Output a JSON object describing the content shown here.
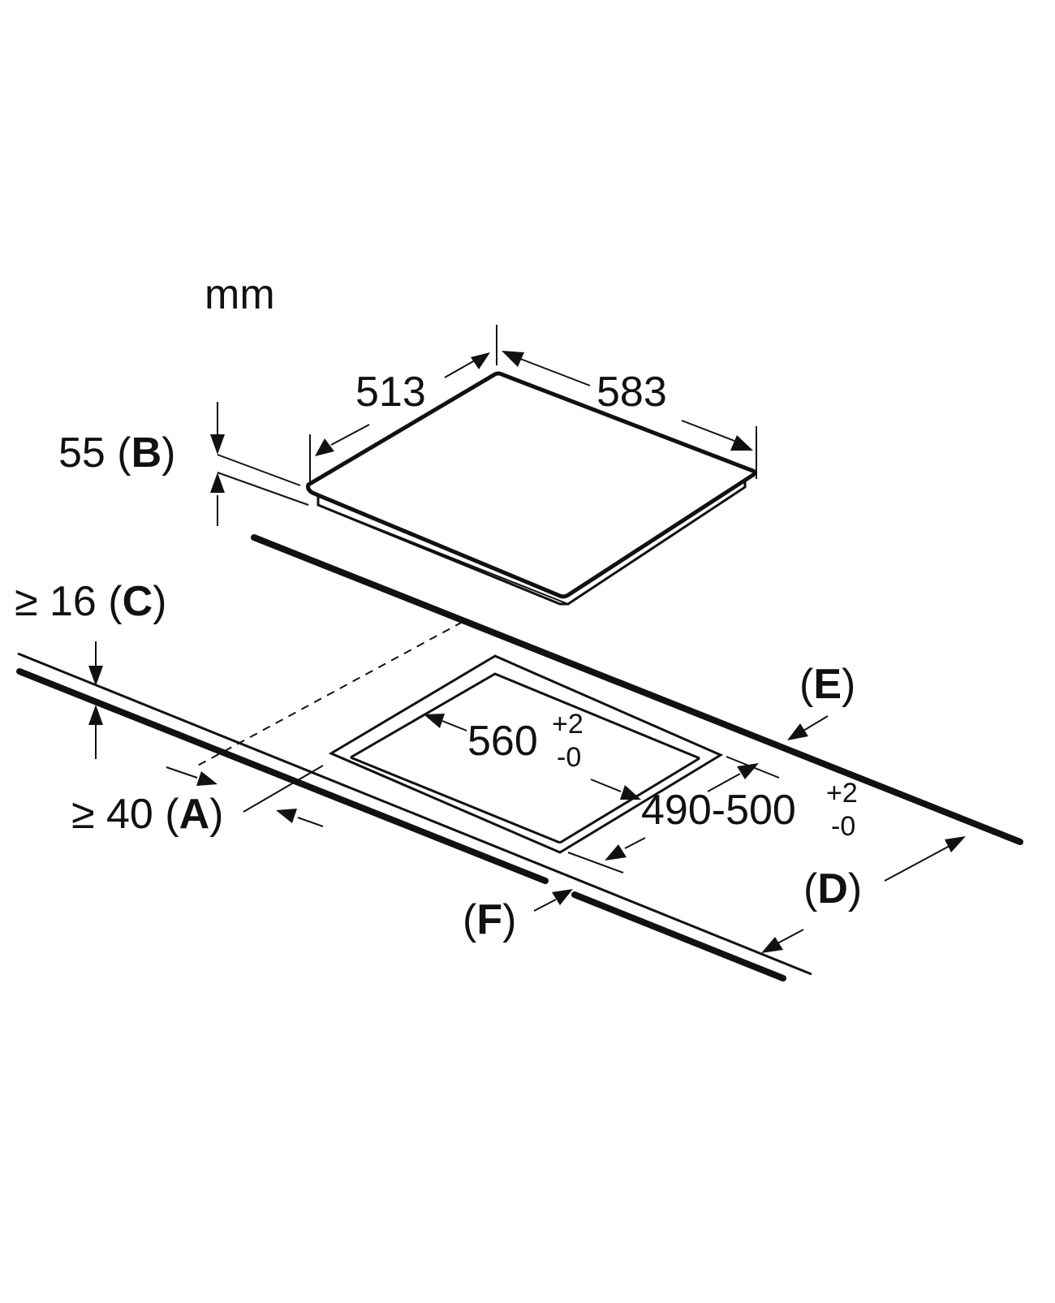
{
  "unit": "mm",
  "hob": {
    "width": "583",
    "depth": "513",
    "height": "55",
    "height_ref": "B"
  },
  "worktop": {
    "thickness_min": "≥ 16",
    "thickness_ref": "C",
    "front_clearance_min": "≥ 40",
    "front_clearance_ref": "A",
    "back_ref": "E",
    "depth_ref": "D",
    "edge_ref": "F"
  },
  "cutout": {
    "width": "560",
    "width_tol_plus": "+2",
    "width_tol_minus": "-0",
    "depth": "490-500",
    "depth_tol_plus": "+2",
    "depth_tol_minus": "-0"
  }
}
